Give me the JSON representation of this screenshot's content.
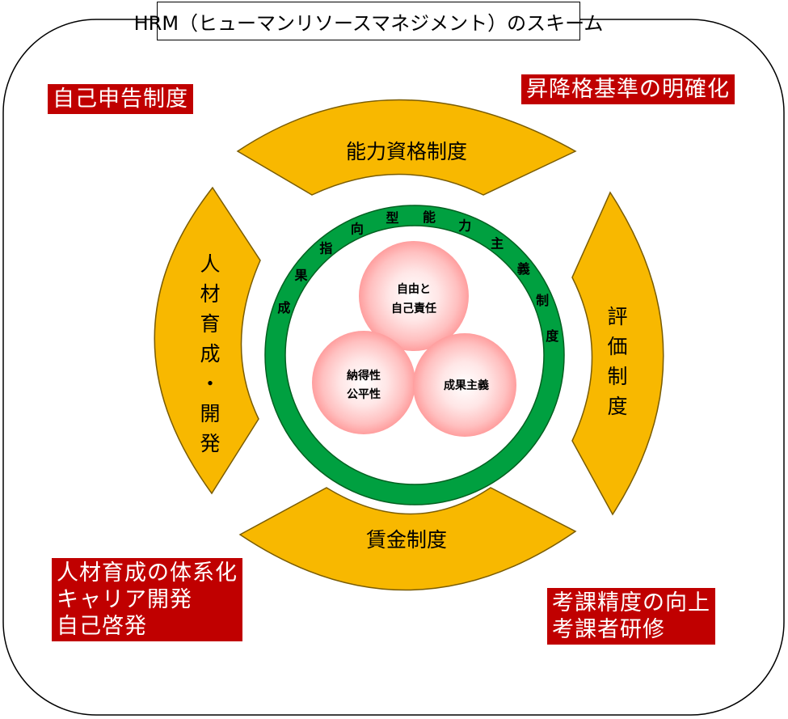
{
  "title": "HRM（ヒューマンリソースマネジメント）のスキーム",
  "corner_tags": {
    "top_left": [
      "自己申告制度"
    ],
    "top_right": [
      "昇降格基準の明確化"
    ],
    "bottom_left": [
      "人材育成の体系化",
      "キャリア開発",
      "自己啓発"
    ],
    "bottom_right": [
      "考課精度の向上",
      "考課者研修"
    ]
  },
  "arcs": {
    "top": "能力資格制度",
    "bottom": "賃金制度",
    "left": "人材育成・開発",
    "right": "評価制度"
  },
  "ring_text": "成果指向型能力主義制度",
  "circles": {
    "top": [
      "自由と",
      "自己責任"
    ],
    "left": [
      "納得性",
      "公平性"
    ],
    "right": [
      "成果主義"
    ]
  },
  "colors": {
    "arc_fill": "#f8b800",
    "ring": "#00a040",
    "tag_bg": "#c00000",
    "circle_center": "#ffffff",
    "circle_edge": "#ff9a9a"
  }
}
